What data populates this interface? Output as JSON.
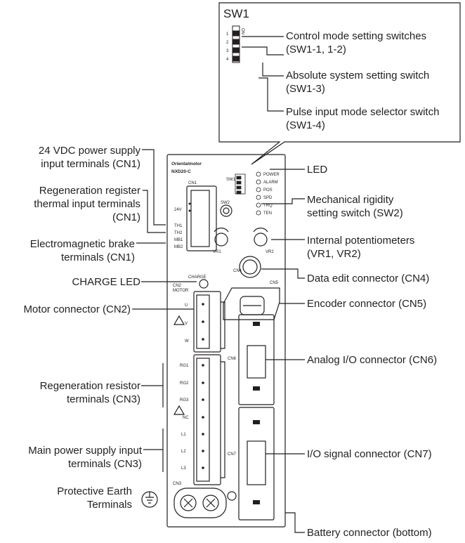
{
  "sw1_panel": {
    "title": "SW1",
    "on_label": "ON",
    "numbers": [
      "1",
      "2",
      "3",
      "4"
    ]
  },
  "labels": {
    "control_mode": [
      "Control mode setting switches",
      "(SW1-1, 1-2)"
    ],
    "absolute_system": [
      "Absolute system setting switch",
      "(SW1-3)"
    ],
    "pulse_input": [
      "Pulse input mode selector switch",
      "(SW1-4)"
    ],
    "power_supply_24v": [
      "24 VDC power supply",
      "input terminals (CN1)"
    ],
    "regen_thermal": [
      "Regeneration register",
      "thermal input terminals",
      "(CN1)"
    ],
    "brake": [
      "Electromagnetic brake",
      "terminals (CN1)"
    ],
    "charge_led": [
      "CHARGE LED"
    ],
    "motor_connector": [
      "Motor connector (CN2)"
    ],
    "regen_resistor": [
      "Regeneration resistor",
      "terminals (CN3)"
    ],
    "main_power": [
      "Main power supply input",
      "terminals (CN3)"
    ],
    "protective_earth": [
      "Protective Earth",
      "Terminals"
    ],
    "led": [
      "LED"
    ],
    "rigidity": [
      "Mechanical rigidity",
      "setting switch (SW2)"
    ],
    "potentiometers": [
      "Internal potentiometers",
      "(VR1, VR2)"
    ],
    "data_edit": [
      "Data edit connector (CN4)"
    ],
    "encoder": [
      "Encoder connector (CN5)"
    ],
    "analog_io": [
      "Analog I/O connector (CN6)"
    ],
    "io_signal": [
      "I/O signal connector (CN7)"
    ],
    "battery": [
      "Battery connector (bottom)"
    ]
  },
  "driver": {
    "brand": "Orientalmotor",
    "model": "NXD20-C",
    "cn1": "CN1",
    "cn1_terminals": [
      "24V",
      "TH1",
      "TH2",
      "MB1",
      "MB2"
    ],
    "charge": "CHARGE",
    "cn2": "CN2",
    "motor": "MOTOR",
    "motor_terminals": [
      "U",
      "V",
      "W"
    ],
    "cn3_terminals": [
      "RG1",
      "RG2",
      "RG3",
      "NC",
      "L1",
      "L2",
      "L3"
    ],
    "cn3": "CN3",
    "sw1": "SW1",
    "sw2": "SW2",
    "vr1": "VR1",
    "vr2": "VR2",
    "cn4": "CN4",
    "cn5": "CN5",
    "cn6": "CN6",
    "cn7": "CN7",
    "led_names": [
      "POWER",
      "ALARM",
      "POS",
      "SPD",
      "TRQ",
      "TEN"
    ]
  }
}
